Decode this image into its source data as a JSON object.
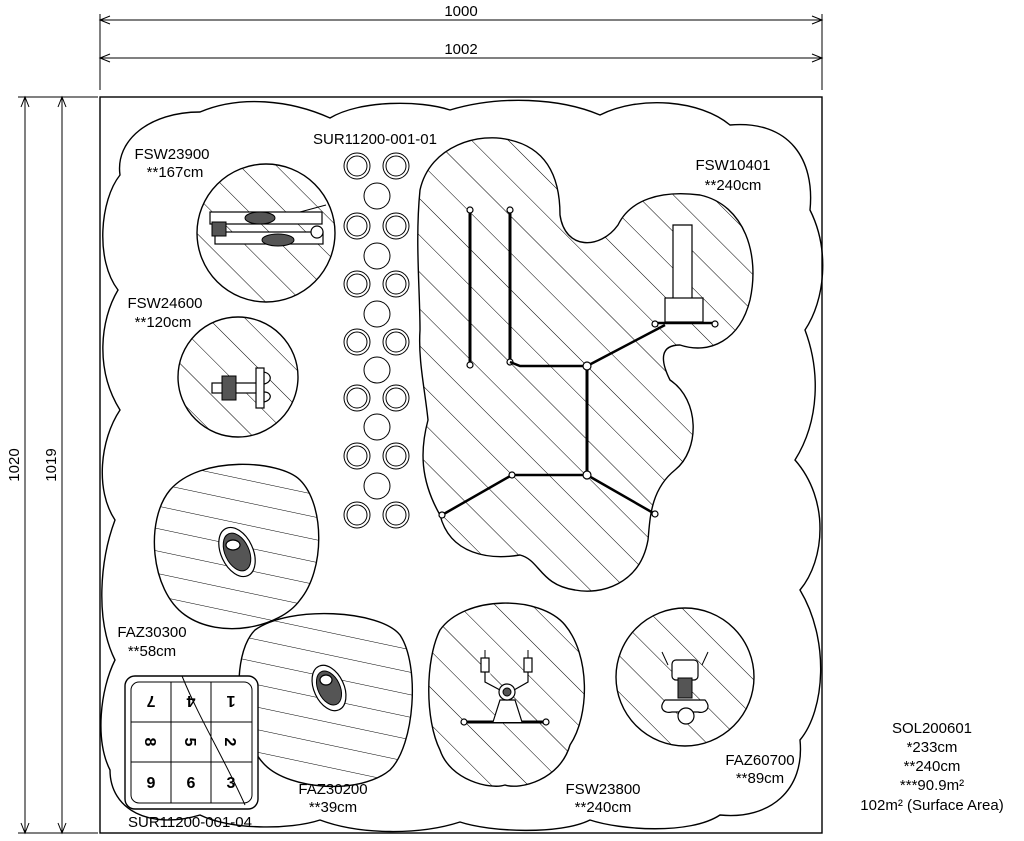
{
  "dimensions": {
    "width_outer": "1000",
    "width_inner": "1002",
    "height_outer": "1020",
    "height_inner": "1019"
  },
  "components": {
    "fsw23900": {
      "code": "FSW23900",
      "height": "**167cm"
    },
    "fsw24600": {
      "code": "FSW24600",
      "height": "**120cm"
    },
    "sur_stepping": {
      "code": "SUR11200-001-01"
    },
    "fsw10401": {
      "code": "FSW10401",
      "height": "**240cm"
    },
    "faz30300": {
      "code": "FAZ30300",
      "height": "**58cm"
    },
    "faz30200": {
      "code": "FAZ30200",
      "height": "**39cm"
    },
    "sur_hopscotch": {
      "code": "SUR11200-001-04",
      "numbers": [
        "7",
        "4",
        "1",
        "8",
        "5",
        "2",
        "9",
        "6",
        "3"
      ]
    },
    "fsw23800": {
      "code": "FSW23800",
      "height": "**240cm"
    },
    "faz60700": {
      "code": "FAZ60700",
      "height": "**89cm"
    }
  },
  "surface": {
    "code": "SOL200601",
    "line1": "*233cm",
    "line2": "**240cm",
    "line3": "***90.9m²",
    "area": "102m² (Surface Area)"
  }
}
